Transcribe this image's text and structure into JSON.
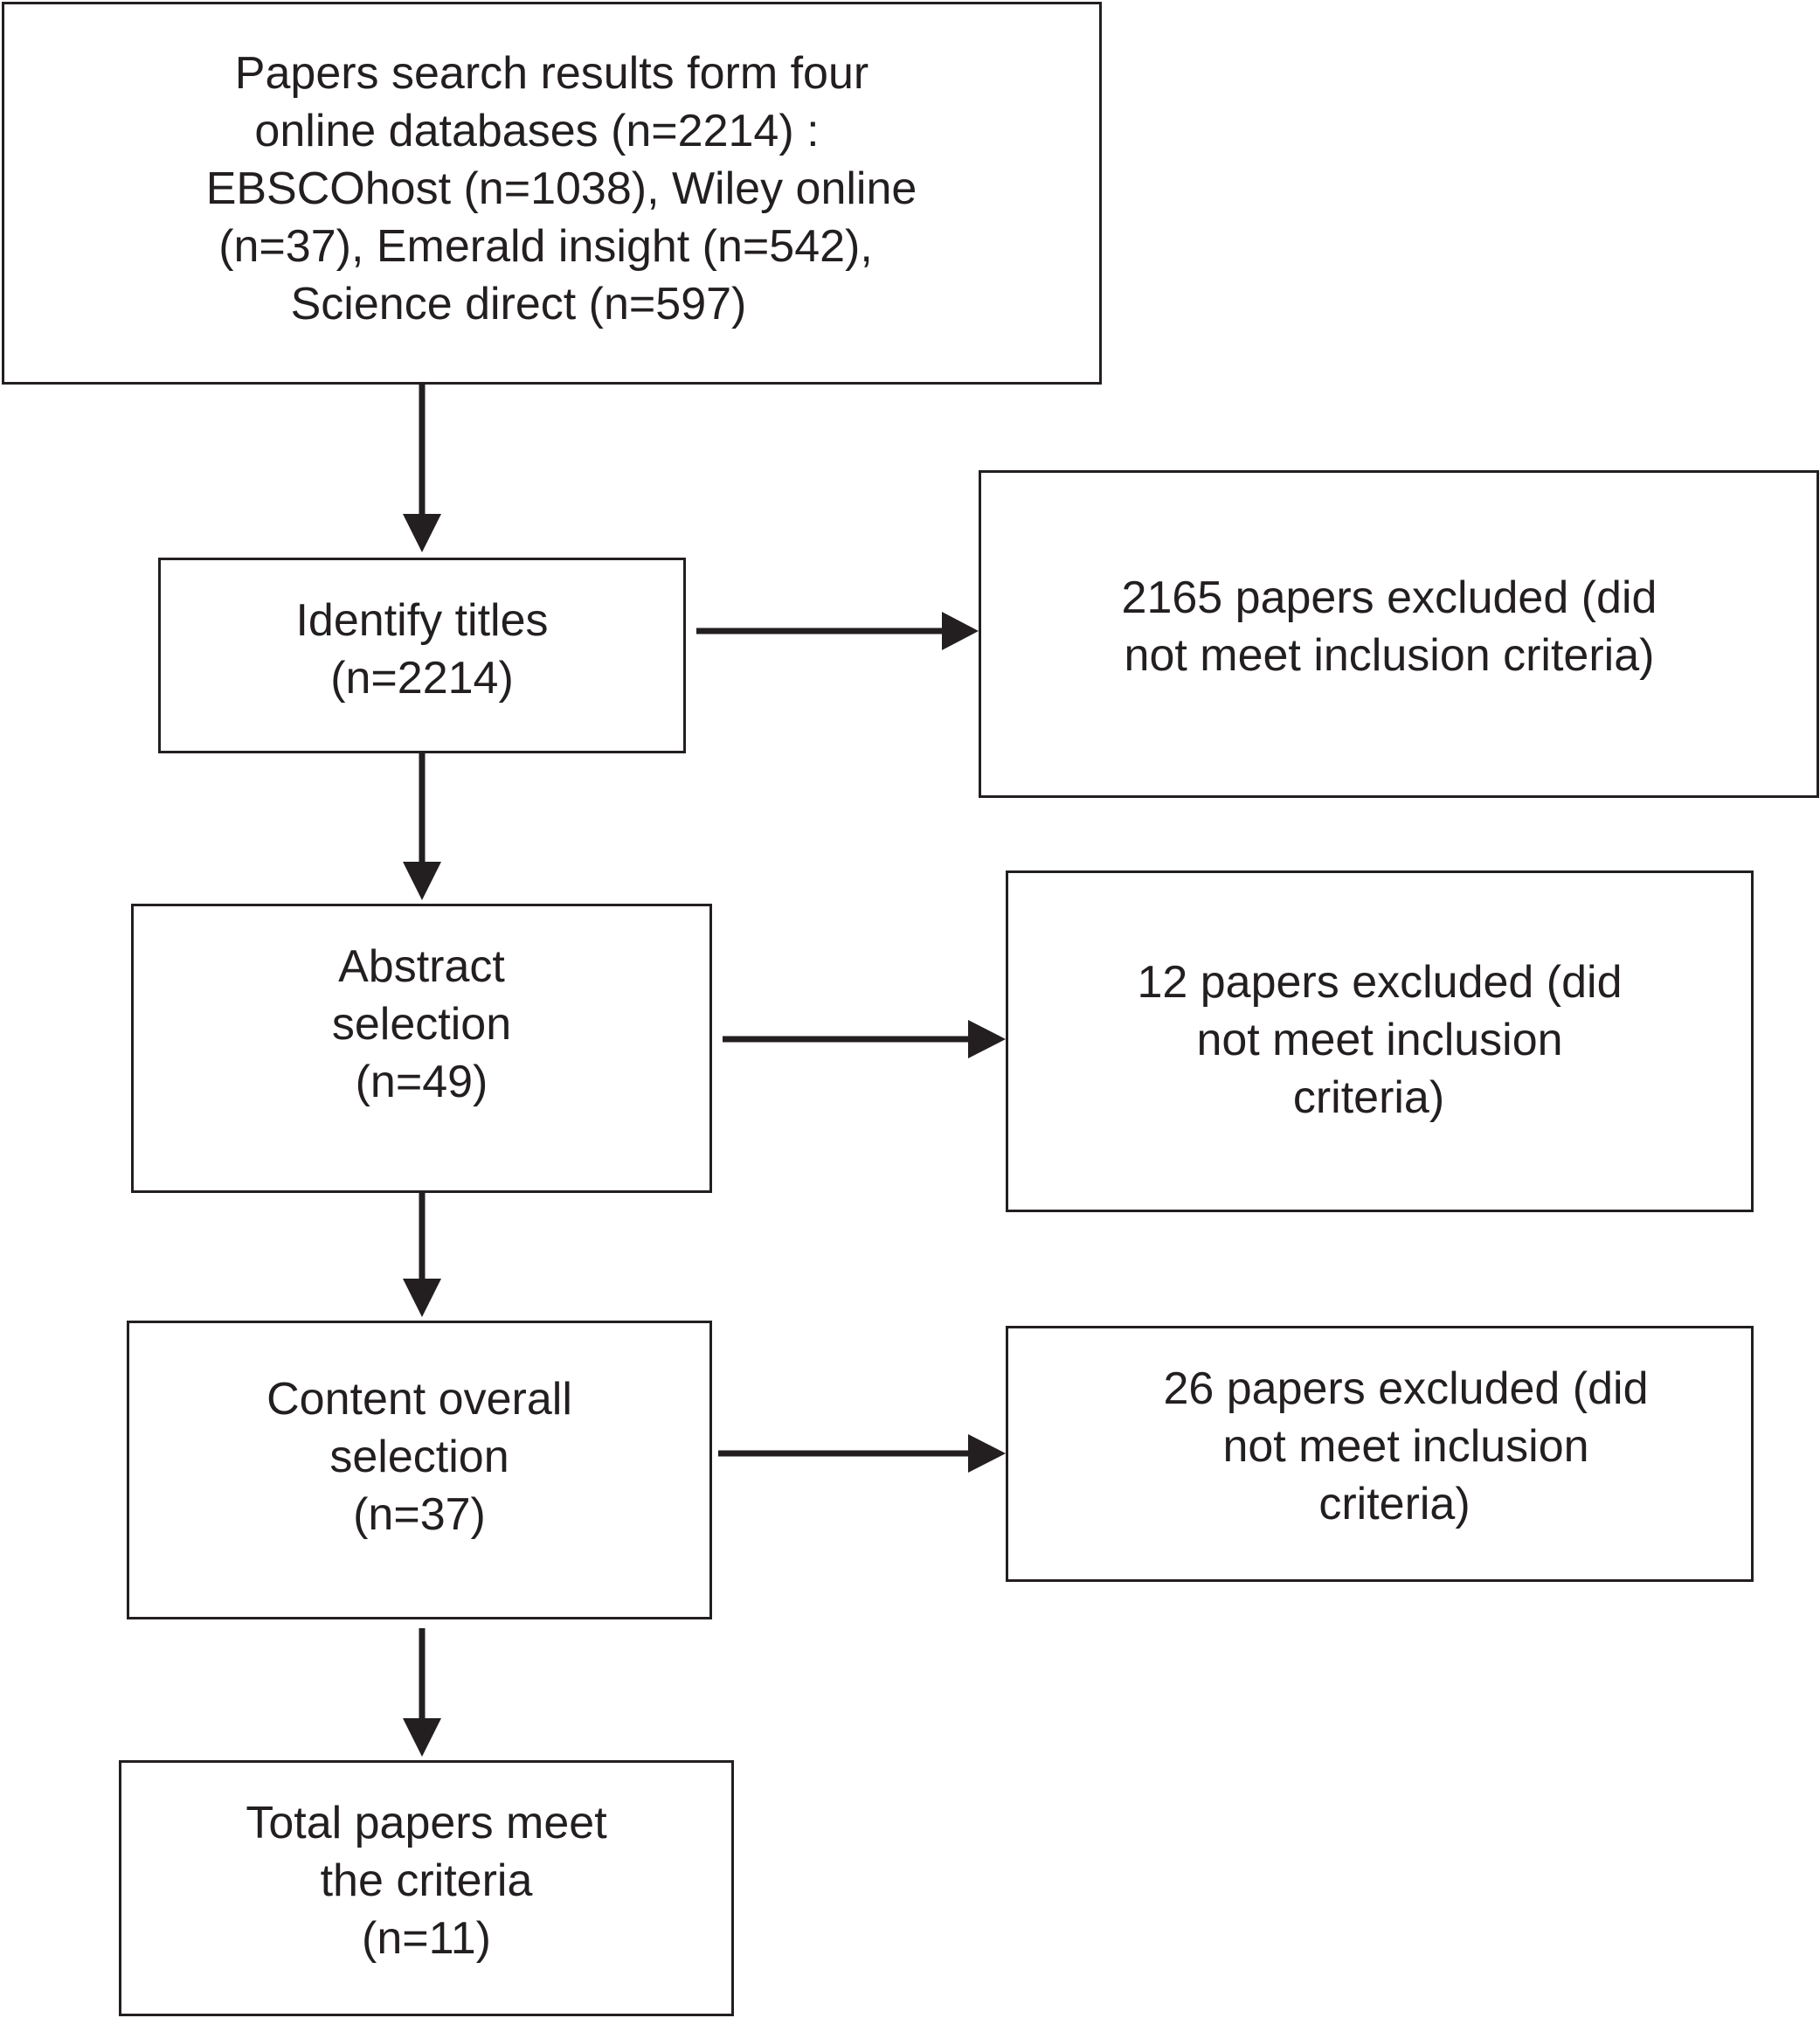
{
  "flowchart": {
    "search": {
      "lines": [
        "Papers search results form four",
        "online databases (n=2214) :",
        "EBSCOhost (n=1038), Wiley online",
        "(n=37), Emerald insight (n=542),",
        "Science direct (n=597)"
      ]
    },
    "titles": {
      "lines": [
        "Identify titles",
        "(n=2214)"
      ]
    },
    "abstract": {
      "lines": [
        "Abstract",
        "selection",
        "(n=49)"
      ]
    },
    "content": {
      "lines": [
        "Content overall",
        "selection",
        "(n=37)"
      ]
    },
    "total": {
      "lines": [
        "Total papers meet",
        "the criteria",
        "(n=11)"
      ]
    },
    "excluded_titles": {
      "lines": [
        "2165 papers excluded (did",
        "not meet inclusion criteria)"
      ]
    },
    "excluded_abstract": {
      "lines": [
        "12 papers excluded (did",
        "not meet inclusion",
        "criteria)"
      ]
    },
    "excluded_content": {
      "lines": [
        "26 papers excluded (did",
        "not meet inclusion",
        "criteria)"
      ]
    }
  }
}
